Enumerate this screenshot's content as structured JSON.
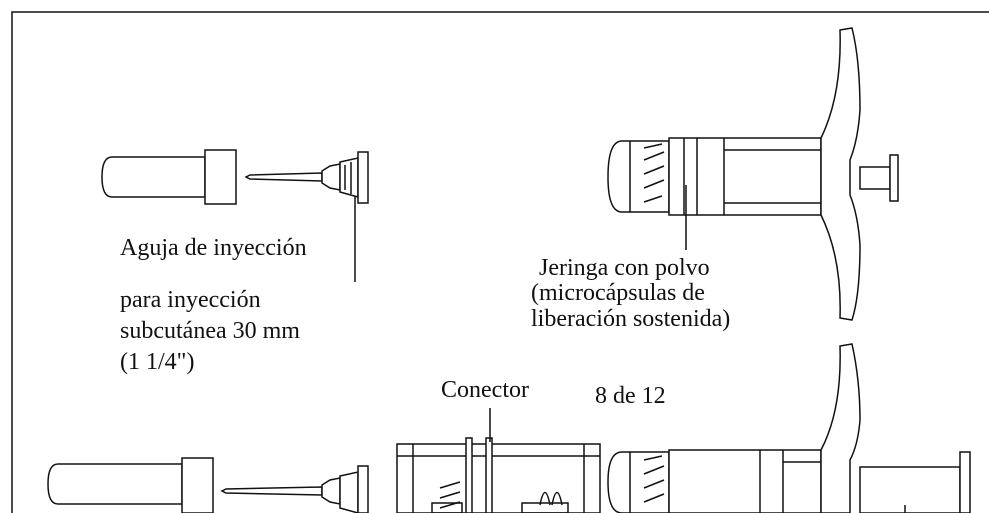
{
  "labels": {
    "needle": "Aguja de inyección",
    "needle_desc_1": "para inyección",
    "needle_desc_2": "subcutánea 30 mm",
    "needle_desc_3": "(1 1/4\")",
    "syringe_1": "Jeringa con polvo",
    "syringe_2": "(microcápsulas de",
    "syringe_3": "liberación sostenida)",
    "connector": "Conector",
    "page": "8 de 12"
  }
}
